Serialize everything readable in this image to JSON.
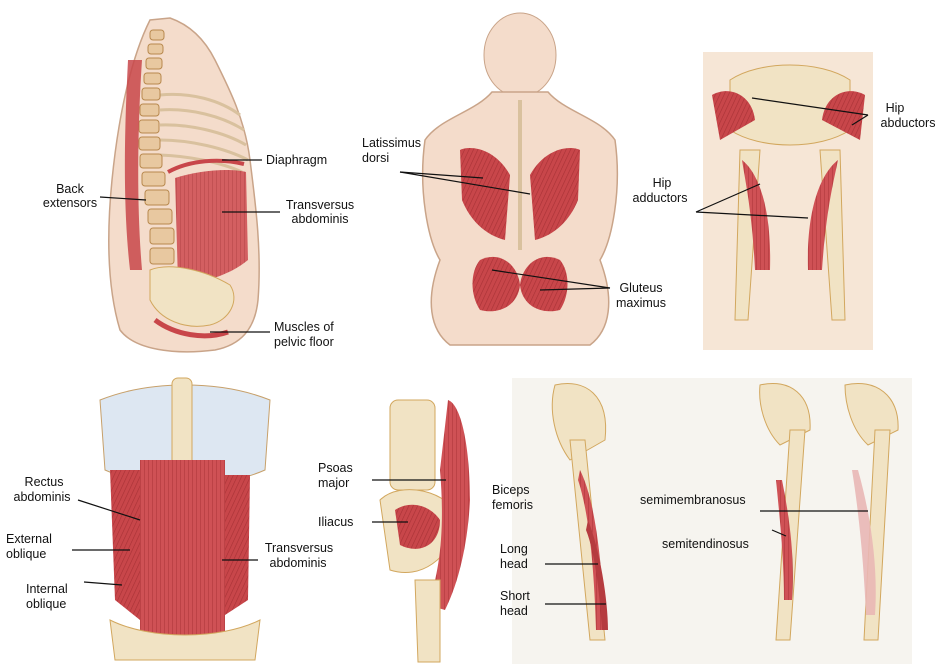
{
  "labels": {
    "diaphragm": "Diaphragm",
    "back_extensors_1": "Back",
    "back_extensors_2": "extensors",
    "transversus_1": "Transversus",
    "transversus_2": "abdominis",
    "pelvic_floor_1": "Muscles of",
    "pelvic_floor_2": "pelvic floor",
    "latissimus_1": "Latissimus",
    "latissimus_2": "dorsi",
    "gluteus_1": "Gluteus",
    "gluteus_2": "maximus",
    "hip_abductors_1": "Hip",
    "hip_abductors_2": "abductors",
    "hip_adductors_1": "Hip",
    "hip_adductors_2": "adductors",
    "rectus_1": "Rectus",
    "rectus_2": "abdominis",
    "external_1": "External",
    "external_2": "oblique",
    "internal_1": "Internal",
    "internal_2": "oblique",
    "transversus_b_1": "Transversus",
    "transversus_b_2": "abdominis",
    "psoas_1": "Psoas",
    "psoas_2": "major",
    "iliacus": "Iliacus",
    "biceps_1": "Biceps",
    "biceps_2": "femoris",
    "long_1": "Long",
    "long_2": "head",
    "short_1": "Short",
    "short_2": "head",
    "semimembranosus": "semimembranosus",
    "semitendinosus": "semitendinosus"
  },
  "colors": {
    "muscle": "#c8464a",
    "muscle_dark": "#8e2a2e",
    "bone": "#f1e3c4",
    "bone_dark": "#d2a75e",
    "skin": "#f4dccb",
    "line": "#111111"
  }
}
